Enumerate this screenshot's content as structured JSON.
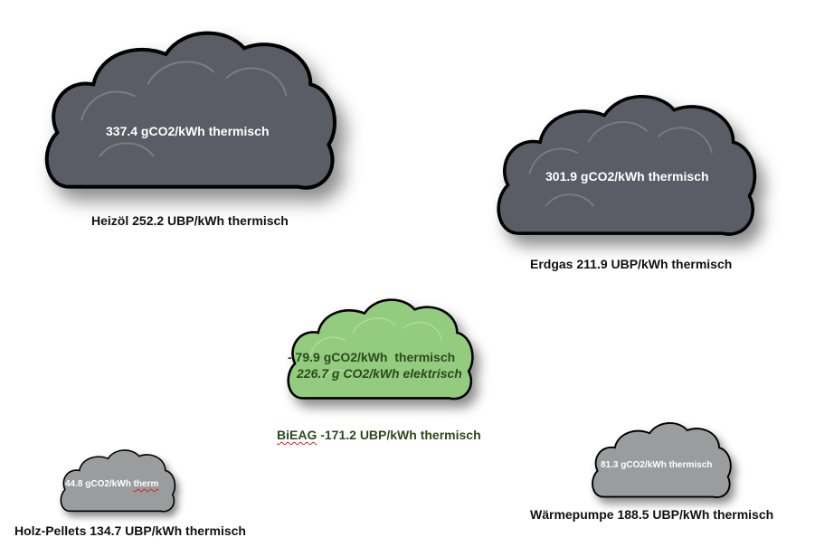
{
  "colors": {
    "dark_cloud": "#5a5d65",
    "dark_cloud_highlight": "#6c7079",
    "light_cloud": "#9b9c9e",
    "light_cloud_highlight": "#b0b1b3",
    "green_cloud": "#93cc7e",
    "green_cloud_highlight": "#a8d896",
    "green_text": "#2c4a1c",
    "outline": "#000000"
  },
  "heizoel": {
    "value": "337.4 gCO2/kWh thermisch",
    "caption": "Heizöl 252.2 UBP/kWh thermisch"
  },
  "erdgas": {
    "value": "301.9 gCO2/kWh thermisch",
    "caption": "Erdgas 211.9 UBP/kWh thermisch"
  },
  "bieag": {
    "value_thermal": "- 79.9 gCO2/kWh  thermisch",
    "value_electric": "226.7 g CO2/kWh elektrisch",
    "caption_name": "BiEAG",
    "caption_rest": " -171.2 UBP/kWh thermisch"
  },
  "holz": {
    "value_main": "44.8 gCO2/kWh ",
    "value_cut": "therm",
    "caption": "Holz-Pellets 134.7 UBP/kWh thermisch"
  },
  "waerme": {
    "value": "81.3 gCO2/kWh thermisch",
    "caption": "Wärmepumpe 188.5 UBP/kWh thermisch"
  }
}
